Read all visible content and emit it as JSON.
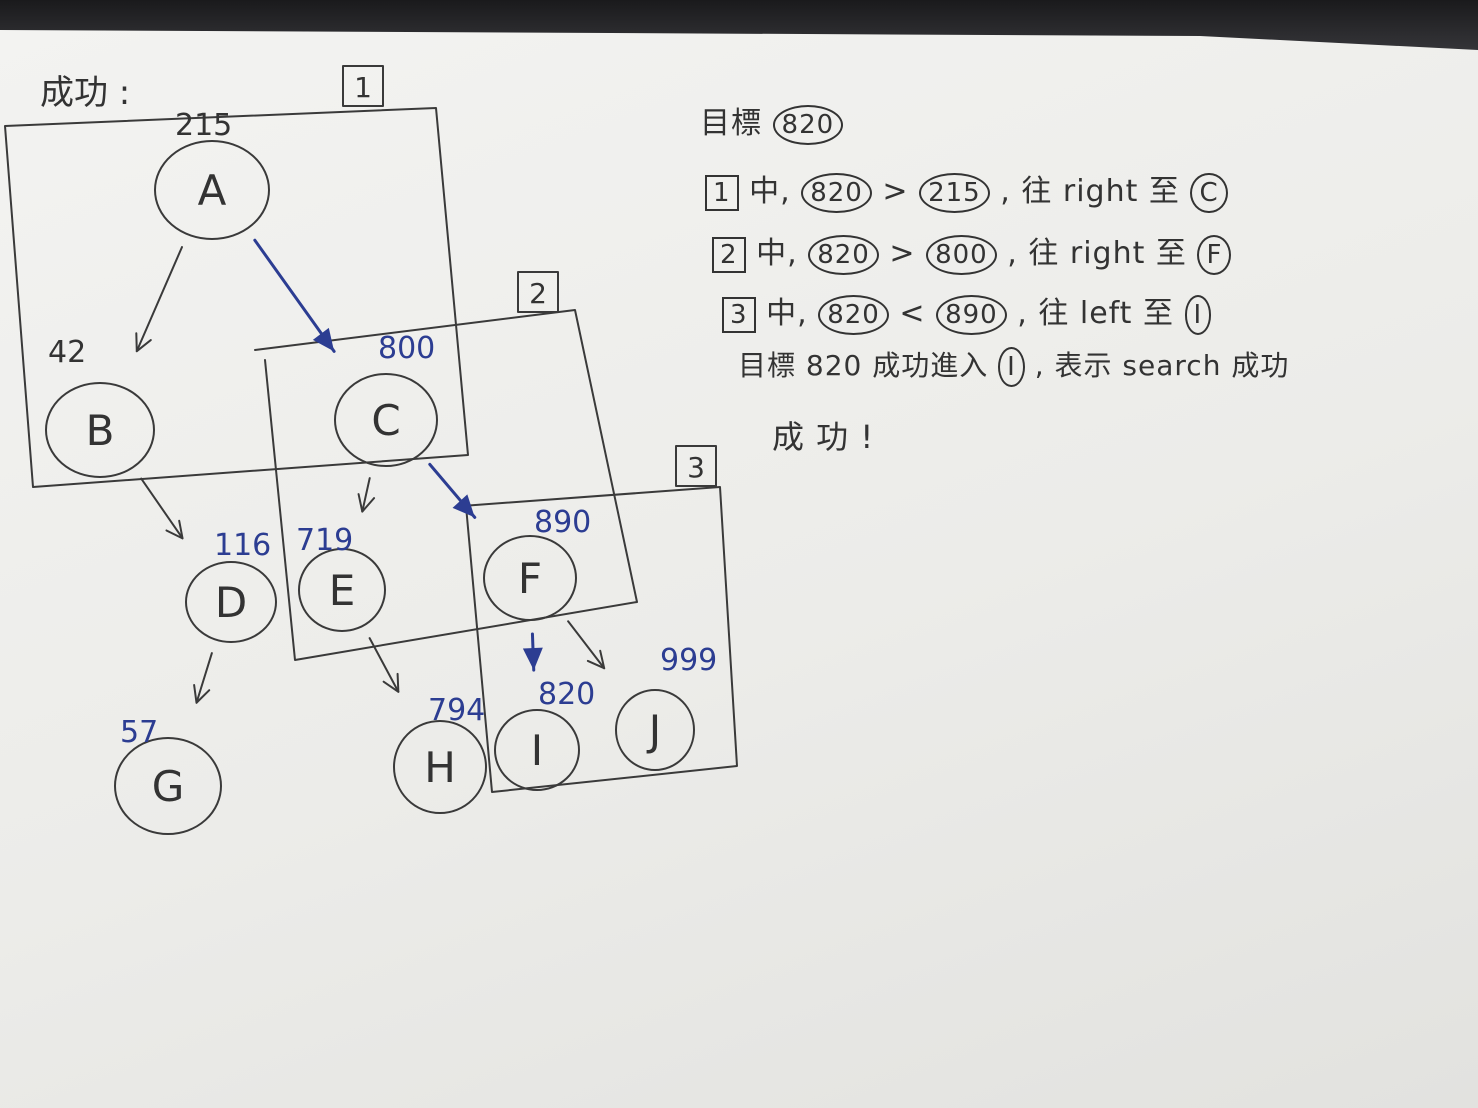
{
  "header": {
    "title": "成功 :"
  },
  "frames": [
    {
      "label": "1"
    },
    {
      "label": "2"
    },
    {
      "label": "3"
    }
  ],
  "nodes": [
    {
      "id": "A",
      "value": "215"
    },
    {
      "id": "B",
      "value": "42"
    },
    {
      "id": "C",
      "value": "800"
    },
    {
      "id": "D",
      "value": "116"
    },
    {
      "id": "E",
      "value": "719"
    },
    {
      "id": "F",
      "value": "890"
    },
    {
      "id": "G",
      "value": "57"
    },
    {
      "id": "H",
      "value": "794"
    },
    {
      "id": "I",
      "value": "820"
    },
    {
      "id": "J",
      "value": "999"
    }
  ],
  "edges": [
    {
      "from": "A",
      "to": "B",
      "highlight": false
    },
    {
      "from": "A",
      "to": "C",
      "highlight": true
    },
    {
      "from": "B",
      "to": "D",
      "highlight": false
    },
    {
      "from": "C",
      "to": "E",
      "highlight": false
    },
    {
      "from": "C",
      "to": "F",
      "highlight": true
    },
    {
      "from": "D",
      "to": "G",
      "highlight": false
    },
    {
      "from": "E",
      "to": "H",
      "highlight": false
    },
    {
      "from": "F",
      "to": "I",
      "highlight": true
    },
    {
      "from": "F",
      "to": "J",
      "highlight": false
    }
  ],
  "notes": {
    "target_label": "目標",
    "target_value": "820",
    "steps": [
      {
        "box": "1",
        "mid": "中,",
        "a": "820",
        "op": ">",
        "b": "215",
        "dir": ", 往 right 至",
        "node": "C"
      },
      {
        "box": "2",
        "mid": "中,",
        "a": "820",
        "op": ">",
        "b": "800",
        "dir": ", 往 right 至",
        "node": "F"
      },
      {
        "box": "3",
        "mid": "中,",
        "a": "820",
        "op": "<",
        "b": "890",
        "dir": ", 往 left 至",
        "node": "I"
      }
    ],
    "result_text": "目標 820 成功進入",
    "result_node": "I",
    "result_tail": ", 表示 search 成功",
    "final": "成 功 !"
  },
  "colors": {
    "ink": "#333333",
    "highlight": "#2c3d92",
    "paper": "#efefed"
  }
}
